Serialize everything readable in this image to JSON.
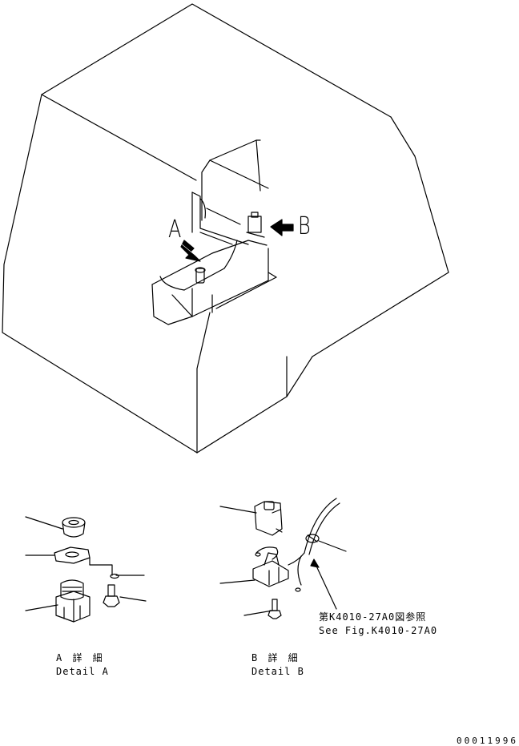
{
  "labels": {
    "view_a": "A",
    "view_b": "B"
  },
  "detail_a": {
    "title_jp": "A 詳 細",
    "title_en": "Detail A"
  },
  "detail_b": {
    "title_jp": "B 詳 細",
    "title_en": "Detail B"
  },
  "reference": {
    "jp": "第K4010-27A0図参照",
    "en": "See Fig.K4010-27A0"
  },
  "drawing_number": "00011996",
  "colors": {
    "line": "#000000",
    "background": "#ffffff"
  }
}
